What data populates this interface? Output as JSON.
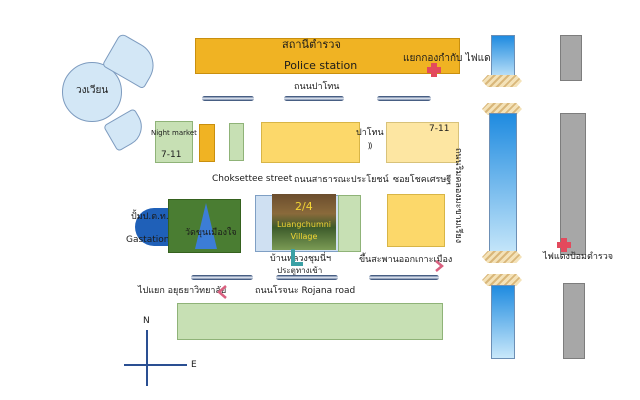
{
  "map": {
    "roundabout": "วงเวียน",
    "police_station_th": "สถานีตำรวจ",
    "police_station_en": "Police station",
    "intersection_police": "แยกกองกำกับ ไฟแดง",
    "road_paithon_top": "ถนนปาโทน",
    "road_paithon_mid": "ปาโทน",
    "night_market": "Night market",
    "seven_eleven_left": "7-11",
    "seven_eleven_right": "7-11",
    "choksettee_street": "Choksettee street",
    "road_satharana": "ถนนสาธารณะประโยชน์",
    "soi_chok": "ซอยโชคเศรษฐี",
    "road_east_vertical": "ถนนริมคลองมะขามเรียง",
    "gas_station_th": "ปั้มป.ต.ท.",
    "gas_station_en": "Gastation",
    "wat": "วัดขุนเมืองใจ",
    "hotel_rating": "2/4",
    "hotel_name": "Luangchumni Village",
    "hotel_th": "บ้านหลวงชุมนี่ฯ",
    "hotel_entrance": "ประตูทางเข้า",
    "koh_muang": "ขึ้นสะพานออกเกาะเมือง",
    "pamt_police_light": "ไฟแดงป้อมตำรวจ",
    "to_ayutthaya_wittayalai": "ไปแยก อยุธยาวิทยาลัย",
    "road_rojana": "ถนนโรจนะ Rojana road",
    "compass_n": "N",
    "compass_e": "E",
    "colors": {
      "police_block": "#f0b323",
      "building_yellow": "#fcd86a",
      "green_area": "#c7e0b4",
      "water_column": "#1f8be0",
      "grey_column": "#a7a7a7",
      "marker_red": "#e34a5d"
    }
  }
}
